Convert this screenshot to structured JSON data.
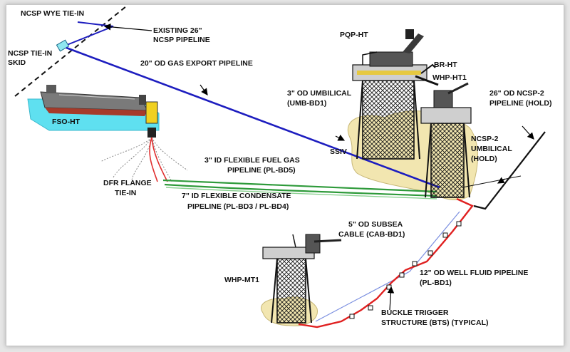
{
  "labels": {
    "ncsp_wye_tiein": "NCSP WYE TIE-IN",
    "existing_26_line1": "EXISTING 26\"",
    "existing_26_line2": "NCSP PIPELINE",
    "ncsp_tiein_skid_line1": "NCSP TIE-IN",
    "ncsp_tiein_skid_line2": "SKID",
    "gas_export": "20\" OD GAS EXPORT PIPELINE",
    "pqp_ht": "PQP-HT",
    "br_ht": "BR-HT",
    "whp_ht1": "WHP-HT1",
    "umbilical_3_line1": "3\" OD UMBILICAL",
    "umbilical_3_line2": "(UMB-BD1)",
    "ncsp2_pipeline_line1": "26\" OD NCSP-2",
    "ncsp2_pipeline_line2": "PIPELINE (HOLD)",
    "fso_ht": "FSO-HT",
    "ssiv": "SSIV",
    "ncsp2_umbilical_line1": "NCSP-2",
    "ncsp2_umbilical_line2": "UMBILICAL",
    "ncsp2_umbilical_line3": "(HOLD)",
    "fuel_gas_line1": "3\" ID FLEXIBLE FUEL GAS",
    "fuel_gas_line2": "PIPELINE (PL-BD5)",
    "dfr_flange_line1": "DFR FLANGE",
    "dfr_flange_line2": "TIE-IN",
    "condensate_line1": "7\" ID FLEXIBLE CONDENSATE",
    "condensate_line2": "PIPELINE (PL-BD3 / PL-BD4)",
    "subsea_cable_line1": "5\" OD SUBSEA",
    "subsea_cable_line2": "CABLE (CAB-BD1)",
    "whp_mt1": "WHP-MT1",
    "well_fluid_line1": "12\" OD WELL FLUID PIPELINE",
    "well_fluid_line2": "(PL-BD1)",
    "bts_line1": "BUCKLE TRIGGER",
    "bts_line2": "STRUCTURE (BTS) (TYPICAL)"
  },
  "colors": {
    "gas_export_pipeline": "#1d1dbf",
    "flexible_pipelines": "#2e9a3a",
    "well_fluid_pipeline": "#e02020",
    "subsea_cable": "#7a8ee0",
    "seabed": "#f2e6b0",
    "sea": "#5fe0f0",
    "structure": "#1a1a1a"
  }
}
